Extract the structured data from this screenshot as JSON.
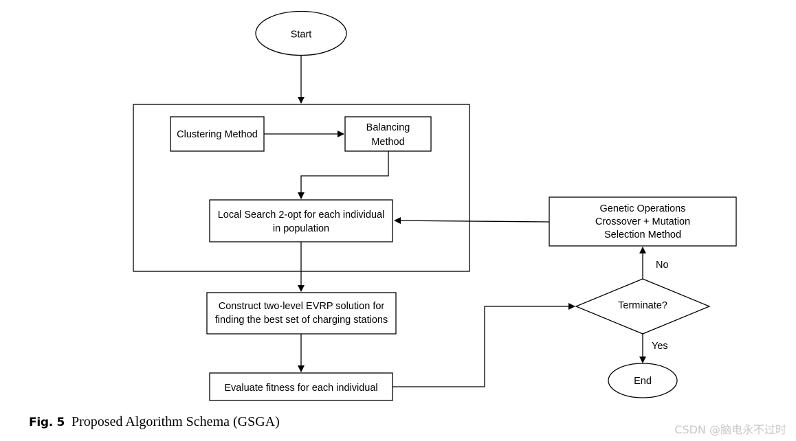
{
  "diagram": {
    "nodes": {
      "start": {
        "lines": [
          "Start"
        ]
      },
      "clustering": {
        "lines": [
          "Clustering Method"
        ]
      },
      "balancing": {
        "lines": [
          "Balancing",
          "Method"
        ]
      },
      "local_search": {
        "lines": [
          "Local Search 2-opt for each individual",
          "in population"
        ]
      },
      "genetic": {
        "lines": [
          "Genetic Operations",
          "Crossover + Mutation",
          "Selection Method"
        ]
      },
      "construct": {
        "lines": [
          "Construct two-level EVRP solution for",
          "finding the best set of charging stations"
        ]
      },
      "terminate": {
        "lines": [
          "Terminate?"
        ]
      },
      "evaluate": {
        "lines": [
          "Evaluate fitness for each individual"
        ]
      },
      "end": {
        "lines": [
          "End"
        ]
      }
    },
    "edge_labels": {
      "no": "No",
      "yes": "Yes"
    }
  },
  "caption": {
    "label": "Fig. 5",
    "text": "Proposed Algorithm Schema (GSGA)"
  },
  "watermark": "CSDN @脑电永不过时"
}
